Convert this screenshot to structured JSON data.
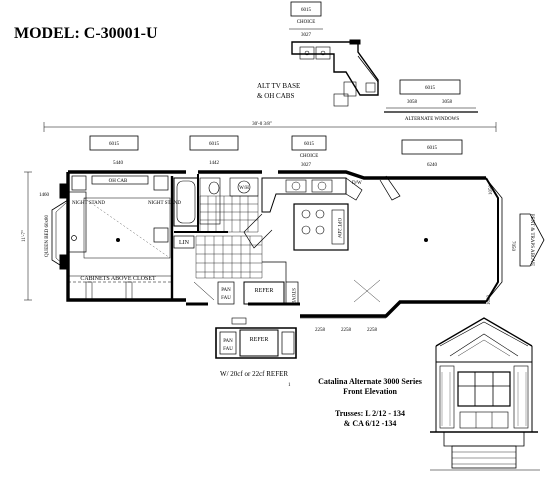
{
  "title": "MODEL: C-30001-U",
  "top_option": {
    "window": "6015",
    "choice": "CHOICE",
    "size": "3027"
  },
  "alt_tv": {
    "line1": "ALT TV BASE",
    "line2": "& OH CABS"
  },
  "alt_windows": {
    "label": "ALTERNATE WINDOWS",
    "top": "6015",
    "left": "3058",
    "right": "3058"
  },
  "overall_dim": "30'-0 3/8\"",
  "top_windows": [
    {
      "label": "6015",
      "size": "5440"
    },
    {
      "label": "6015",
      "size": "1442"
    },
    {
      "label": "6015",
      "choice": "CHOICE",
      "size": "3027"
    },
    {
      "label": "6015",
      "size": "6240"
    }
  ],
  "side_dim": "11'-7\"",
  "bedroom": {
    "window": "1460",
    "oh_cab": "OH CAB",
    "left_stand": "NIGHT STAND",
    "right_stand": "NIGHT STAND",
    "queen_bed": "QUEEN BED 60x80",
    "closet": "CABINETS ABOVE CLOSET"
  },
  "bath": {
    "lin": "LIN",
    "wh": "W/H"
  },
  "utility": {
    "fau": "FAU",
    "pan": "PAN",
    "refer": "REFER",
    "stove": "STOVE",
    "dw": "D/W",
    "opt": "OPT 24W"
  },
  "living": {
    "window_side": "1060",
    "bay": "7050",
    "corner": "1050",
    "pent": "PENT & TRAPS ABOVE"
  },
  "bottom_windows": [
    "2258",
    "2258",
    "2258"
  ],
  "alt_refer": {
    "pan": "PAN",
    "fau": "FAU",
    "refer": "REFER",
    "caption": "W/ 20cf or 22cf REFER"
  },
  "page_mark": "1",
  "elevation": {
    "series": "Catalina Alternate 3000 Series",
    "name": "Front Elevation",
    "trusses1": "Trusses: L 2/12 - 134",
    "trusses2": "& CA 6/12 -134"
  }
}
